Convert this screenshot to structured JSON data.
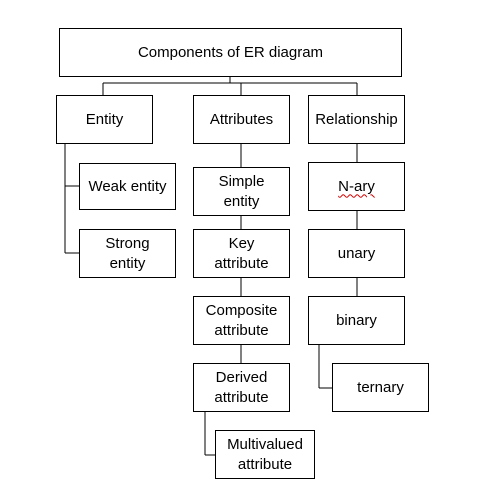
{
  "title": "Components of ER diagram",
  "categories": {
    "entity": {
      "label": "Entity",
      "children": [
        "Weak entity",
        "Strong\nentity"
      ]
    },
    "attributes": {
      "label": "Attributes",
      "children": [
        "Simple\nentity",
        "Key\nattribute",
        "Composite\nattribute",
        "Derived\nattribute",
        "Multivalued\nattribute"
      ]
    },
    "relationship": {
      "label": "Relationship",
      "children": [
        "N-ary",
        "unary",
        "binary",
        "ternary"
      ]
    }
  }
}
